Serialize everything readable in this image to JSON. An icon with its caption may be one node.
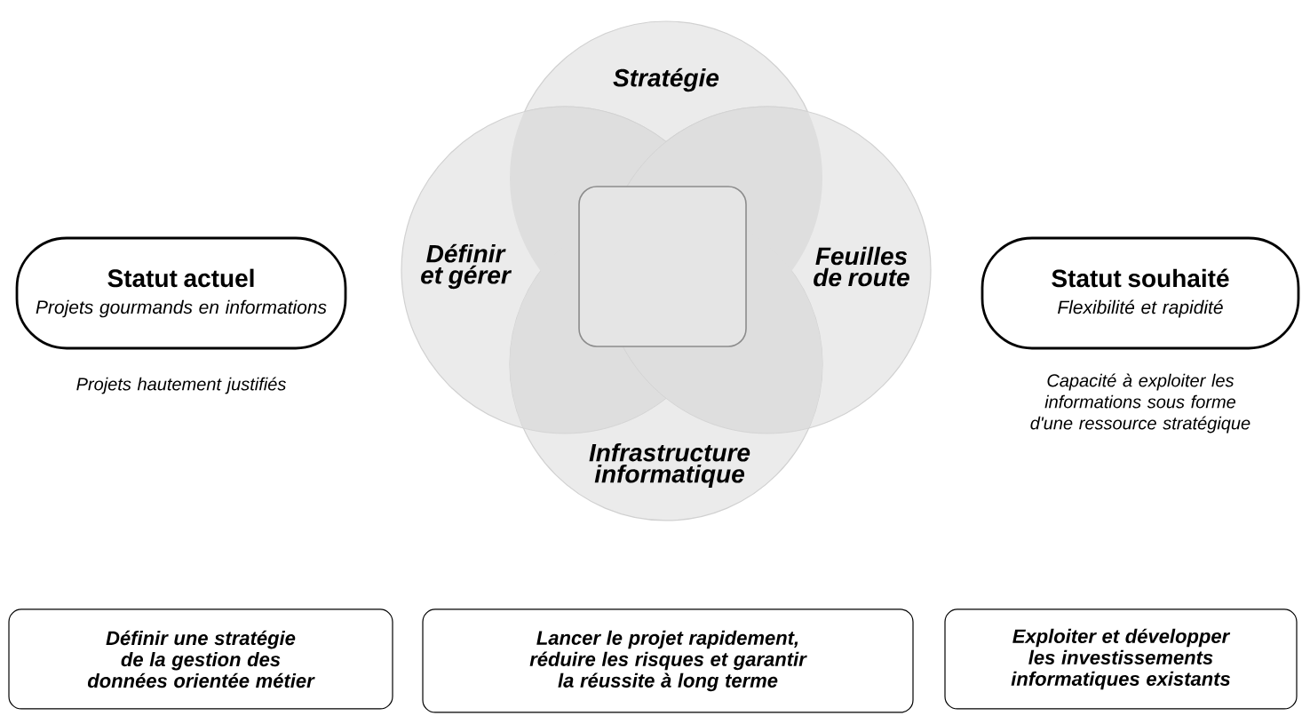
{
  "diagram": {
    "nodes": [
      {
        "text": [
          "Statut actuel",
          "Projets gourmands en informations"
        ],
        "beside": [
          "Projets hautement justifiés"
        ]
      },
      {
        "text": [
          "Statut souhaité",
          "Flexibilité et rapidité"
        ],
        "beside": [
          "Capacité à exploiter les informations sous forme d'une ressource stratégique"
        ]
      },
      {
        "text": [
          "Stratégie"
        ]
      },
      {
        "text": [
          "Définir et gérer"
        ]
      },
      {
        "text": [
          "Feuilles de route"
        ]
      },
      {
        "text": [
          "Infrastructure informatique"
        ]
      },
      {
        "text": [],
        "shape": "box"
      },
      {
        "text": [
          "Définir une stratégie de la gestion des données orientée métier"
        ]
      },
      {
        "text": [
          "Lancer le projet rapidement, réduire les risques et garantir la réussite à long terme"
        ]
      },
      {
        "text": [
          "Exploiter et développer les investissements informatiques existants"
        ]
      }
    ],
    "edges": []
  }
}
